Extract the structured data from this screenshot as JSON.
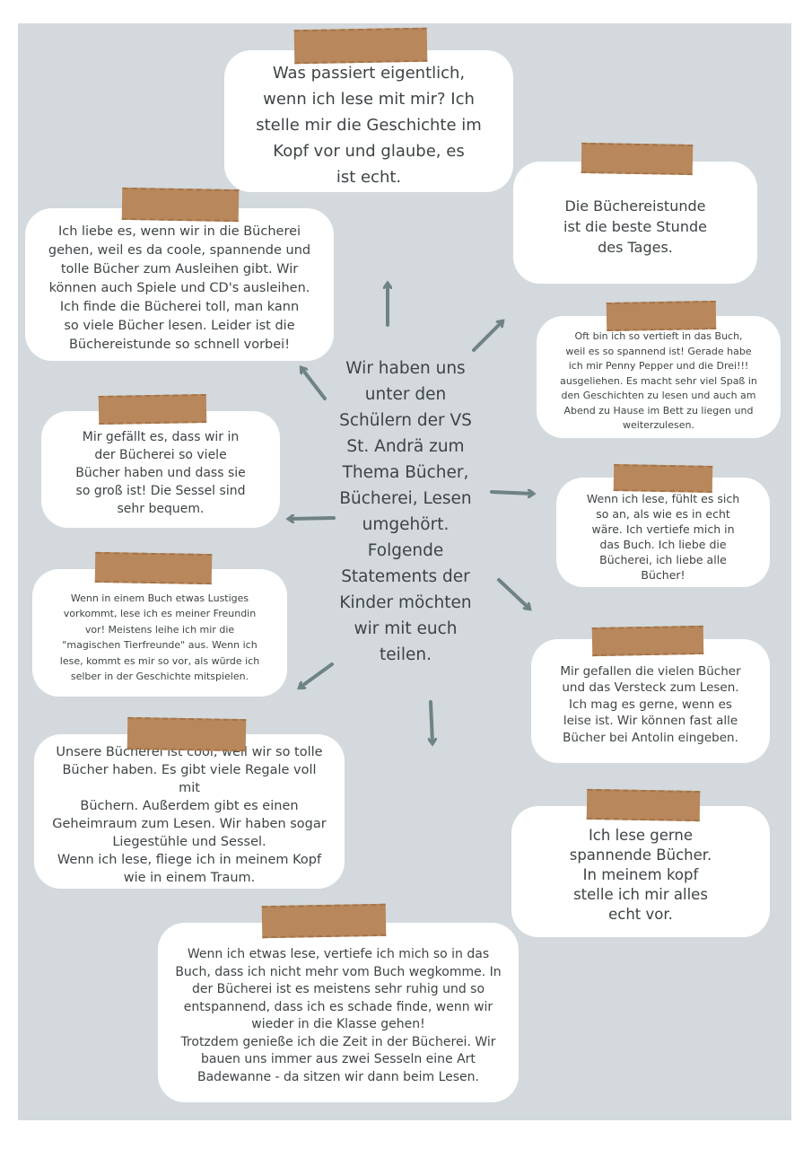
{
  "center": "Wir haben uns\nunter den\nSchülern der VS\nSt. Andrä zum\nThema Bücher,\nBücherei, Lesen\numgehört.\nFolgende\nStatements der\nKinder möchten\nwir mit euch\nteilen.",
  "statements": {
    "top": "Was passiert eigentlich,\nwenn ich lese mit mir? Ich\nstelle mir die Geschichte im\nKopf vor und glaube, es\nist echt.",
    "best_hour": "Die Büchereistunde\nist die beste Stunde\ndes Tages.",
    "love_library": "Ich liebe es, wenn wir in die Bücherei\ngehen, weil es da coole, spannende und\ntolle Bücher zum Ausleihen gibt. Wir\nkönnen auch Spiele und CD's ausleihen.\nIch finde die Bücherei toll, man kann\nso viele Bücher lesen. Leider ist die\nBüchereistunde so schnell vorbei!",
    "absorbed": "Oft bin ich so vertieft in das Buch,\nweil es so spannend ist! Gerade habe\nich mir Penny Pepper und die Drei!!!\nausgeliehen. Es macht sehr viel Spaß in\nden Geschichten zu lesen und auch am\nAbend zu Hause im Bett zu liegen und\nweiterzulesen.",
    "many_books": "Mir gefällt es, dass wir in\nder Bücherei so viele\nBücher haben und dass sie\nso groß ist! Die Sessel sind\nsehr bequem.",
    "feels_real": "Wenn ich lese, fühlt es sich\nso an, als wie es in echt\nwäre. Ich vertiefe mich in\ndas Buch. Ich liebe die\nBücherei, ich liebe alle\nBücher!",
    "funny": "Wenn in einem Buch etwas Lustiges\nvorkommt, lese ich es meiner Freundin\nvor! Meistens leihe ich mir die\n\"magischen Tierfreunde\" aus. Wenn ich\nlese, kommt es mir so vor, als würde ich\nselber in der Geschichte mitspielen.",
    "hideout": "Mir gefallen die vielen Bücher\nund das Versteck zum Lesen.\nIch mag es gerne, wenn es\nleise ist. Wir können fast alle\nBücher bei Antolin eingeben.",
    "cool_library": "Unsere Bücherei ist cool, weil wir so tolle\nBücher haben. Es gibt viele Regale voll mit\nBüchern. Außerdem gibt es einen\nGeheimraum zum Lesen. Wir haben sogar\nLiegestühle und Sessel.\nWenn ich lese, fliege ich in meinem Kopf\nwie in einem Traum.",
    "exciting": "Ich lese gerne\nspannende Bücher.\nIn meinem kopf\nstelle ich mir alles\necht vor.",
    "bathtub": "Wenn ich etwas lese, vertiefe ich mich so in das\nBuch, dass ich nicht mehr vom Buch wegkomme. In\nder Bücherei ist es meistens sehr ruhig und so\nentspannend, dass ich es schade finde, wenn wir\nwieder in die Klasse gehen!\nTrotzdem genieße ich die Zeit in der Bücherei. Wir\nbauen uns immer aus zwei Sesseln eine Art\nBadewanne - da sitzen wir dann beim Lesen."
  },
  "colors": {
    "background": "#d3d9dc",
    "card": "#ffffff",
    "tape": "#b8875c",
    "arrow": "#6e8384",
    "text": "#3e4446"
  }
}
